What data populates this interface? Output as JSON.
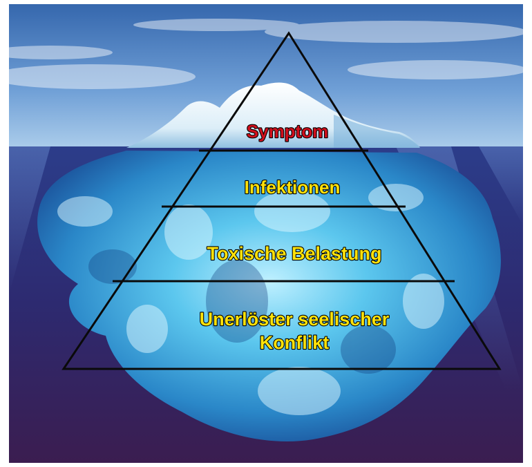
{
  "diagram": {
    "levels": [
      {
        "id": "symptom",
        "label": "Symptom",
        "color": "#d0101c"
      },
      {
        "id": "infections",
        "label": "Infektionen",
        "color": "#ffe20a"
      },
      {
        "id": "toxic",
        "label": "Toxische Belastung",
        "color": "#ffe20a"
      },
      {
        "id": "conflict",
        "label_line1": "Unerlöster seelischer",
        "label_line2": "Konflikt",
        "color": "#ffe20a"
      }
    ],
    "outline_color": "#0a0a0a"
  },
  "background": {
    "sky_top": "#3d6fb5",
    "sky_horizon": "#9ec3e6",
    "water_top": "#2b3a86",
    "water_bottom": "#3a1e52",
    "ice_bright": "#d9f4ff",
    "ice_mid": "#5fc3ea",
    "ice_deep": "#1e6fb0"
  }
}
